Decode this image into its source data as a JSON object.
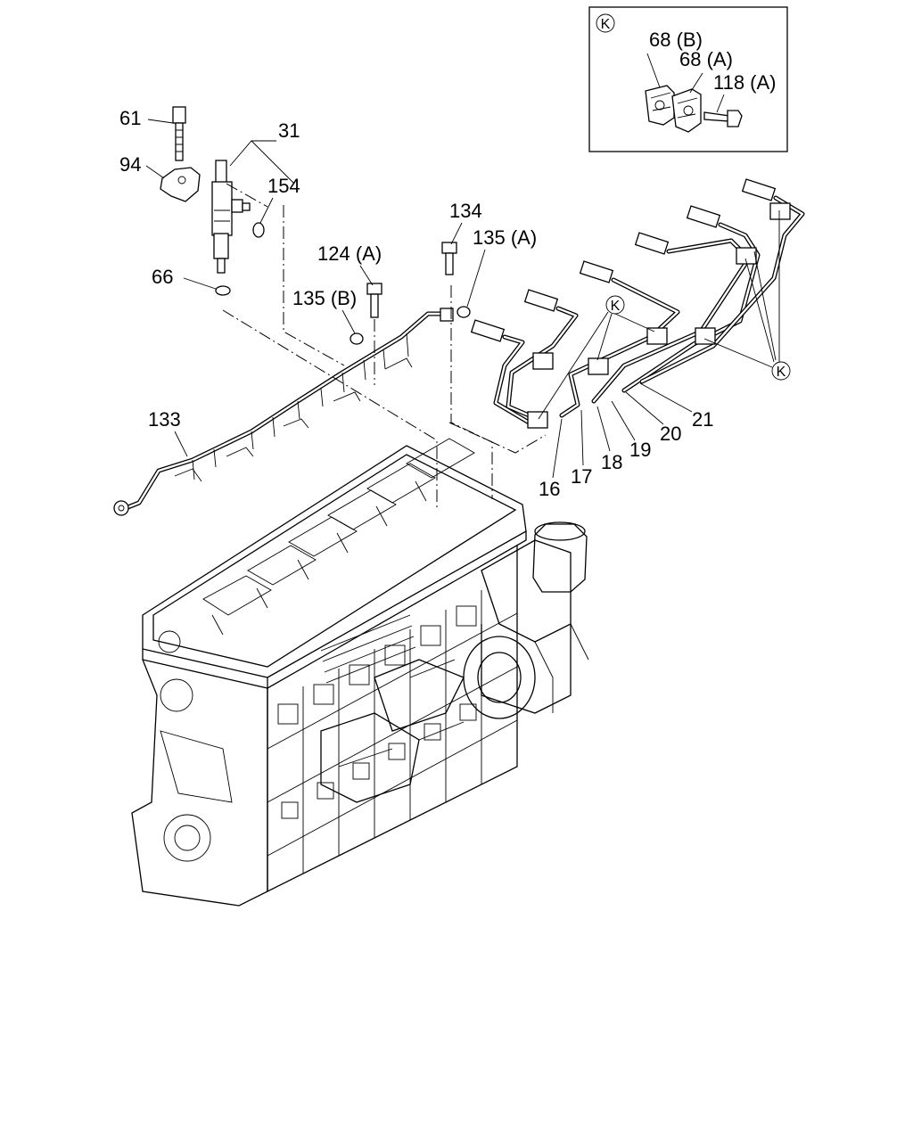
{
  "inset": {
    "badge": "K",
    "labels": {
      "clip_b": "68 (B)",
      "clip_a": "68 (A)",
      "bolt": "118 (A)"
    }
  },
  "callouts": {
    "p61": "61",
    "p94": "94",
    "p31": "31",
    "p154": "154",
    "p66": "66",
    "p134": "134",
    "p135a": "135 (A)",
    "p124a": "124 (A)",
    "p135b": "135 (B)",
    "p133": "133",
    "p16": "16",
    "p17": "17",
    "p18": "18",
    "p19": "19",
    "p20": "20",
    "p21": "21",
    "k1": "K",
    "k2": "K"
  }
}
